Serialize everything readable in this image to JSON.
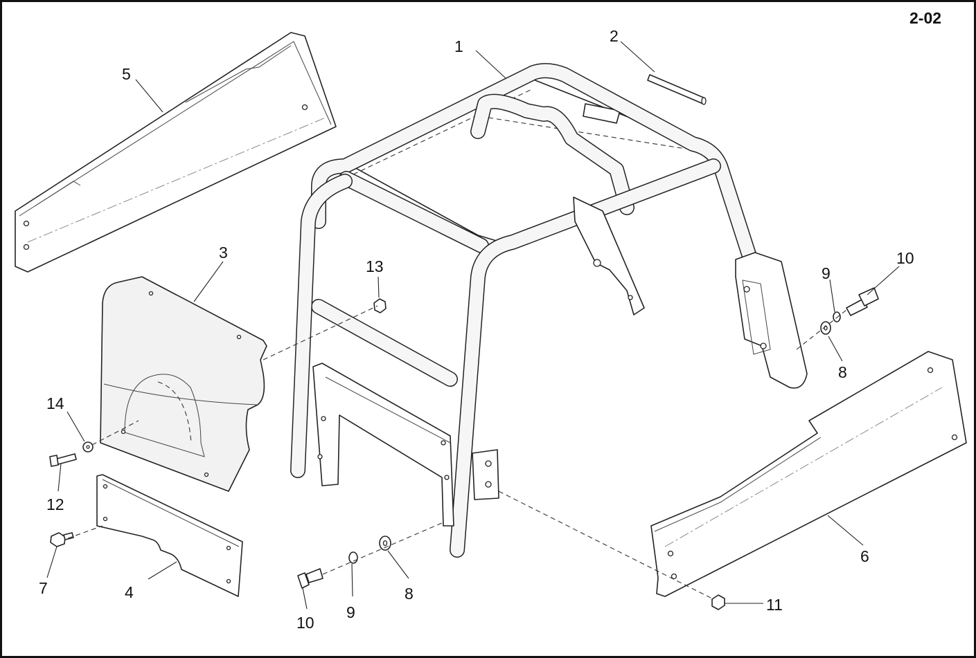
{
  "diagram": {
    "page_code": "2-02",
    "callouts": [
      {
        "id": "c1",
        "text": "1"
      },
      {
        "id": "c2",
        "text": "2"
      },
      {
        "id": "c3",
        "text": "3"
      },
      {
        "id": "c4",
        "text": "4"
      },
      {
        "id": "c5",
        "text": "5"
      },
      {
        "id": "c6",
        "text": "6"
      },
      {
        "id": "c7",
        "text": "7"
      },
      {
        "id": "c8a",
        "text": "8"
      },
      {
        "id": "c8b",
        "text": "8"
      },
      {
        "id": "c9a",
        "text": "9"
      },
      {
        "id": "c9b",
        "text": "9"
      },
      {
        "id": "c10a",
        "text": "10"
      },
      {
        "id": "c10b",
        "text": "10"
      },
      {
        "id": "c11",
        "text": "11"
      },
      {
        "id": "c12",
        "text": "12"
      },
      {
        "id": "c13",
        "text": "13"
      },
      {
        "id": "c14",
        "text": "14"
      }
    ]
  }
}
